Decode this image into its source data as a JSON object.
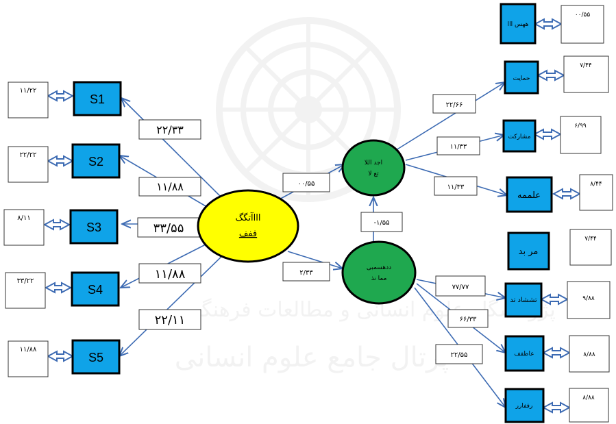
{
  "colors": {
    "square_fill": "#0FA3E8",
    "green": "#1FA84F",
    "yellow": "#FFFF00",
    "line": "#3D6BB3",
    "error_box_border": "#333333",
    "node_border": "#000000",
    "watermark": "#7a7a7a"
  },
  "central_node": {
    "line1": "اااآتگگ",
    "line2": "ففف"
  },
  "green_nodes": {
    "top": {
      "line1": "اجد اللا",
      "line2": "تع لا"
    },
    "bottom": {
      "line1": "ددهسمبی",
      "line2": "مما نذ"
    }
  },
  "watermark": {
    "line1": "پژوهشگاه علوم انسانی و مطالعات فرهنگی",
    "line2": "پرتال جامع علوم انسانی"
  },
  "left_indicators": [
    {
      "label": "S1",
      "error": "۱۱/۲۲",
      "loading": "۲۲/۳۳"
    },
    {
      "label": "S2",
      "error": "۲۲/۲۲",
      "loading": "۱۱/۸۸"
    },
    {
      "label": "S3",
      "error": "۸/۱۱",
      "loading": "۳۳/۵۵"
    },
    {
      "label": "S4",
      "error": "۳۳/۲۲",
      "loading": "۱۱/۸۸"
    },
    {
      "label": "S5",
      "error": "۱۱/۸۸",
      "loading": "۲۲/۱۱"
    }
  ],
  "top_right_indicators": [
    {
      "label": "ههس ااا",
      "error": "۰۰/۵۵"
    },
    {
      "label": "حمایت",
      "error": "۷/۴۴",
      "loading": "۲۲/۶۶"
    },
    {
      "label": "مشارکت",
      "error": "۶/۹۹",
      "loading": "۱۱/۳۳"
    },
    {
      "label": "علممه",
      "error": "۸/۴۴",
      "loading": "۱۱/۳۳"
    },
    {
      "label": "مر بد",
      "error": "۷/۴۴"
    }
  ],
  "bottom_right_indicators": [
    {
      "label": "تششاد تد",
      "error": "۹/۸۸",
      "loading": "۷۷/۷۷"
    },
    {
      "label": "عاطفف",
      "error": "۸/۸۸",
      "loading": "۶۶/۳۳"
    },
    {
      "label": "رففارر",
      "error": "۸/۸۸",
      "loading": "۲۲/۵۵"
    }
  ],
  "paths": {
    "central_to_top": "۰۰/۵۵",
    "central_to_bottom": "۲/۳۳",
    "bottom_to_top": "-۱/۵۵"
  }
}
